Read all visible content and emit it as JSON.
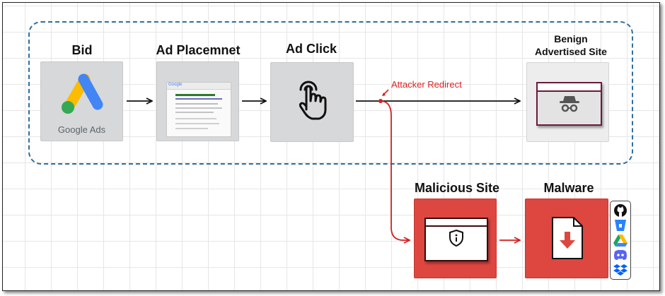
{
  "nodes": {
    "bid": {
      "label": "Bid",
      "brand_text": "Google Ads"
    },
    "ad_placement": {
      "label": "Ad Placemnet",
      "mini_logo": "Google"
    },
    "ad_click": {
      "label": "Ad Click",
      "icon": "hand-pointer-icon"
    },
    "benign": {
      "label_line1": "Benign",
      "label_line2": "Advertised Site",
      "icon": "incognito-icon"
    },
    "malicious": {
      "label": "Malicious Site",
      "icon": "shield-info-icon"
    },
    "malware": {
      "label": "Malware",
      "icon": "file-download-icon"
    }
  },
  "annotations": {
    "redirect": "Attacker Redirect"
  },
  "hosting_icons": [
    "github-icon",
    "bitbucket-icon",
    "google-drive-icon",
    "discord-icon",
    "dropbox-icon"
  ],
  "colors": {
    "dashed_border": "#2f6e9e",
    "malicious_red": "#de4640",
    "annotation_red": "#e02222",
    "card_grey": "#d7d8d9"
  }
}
